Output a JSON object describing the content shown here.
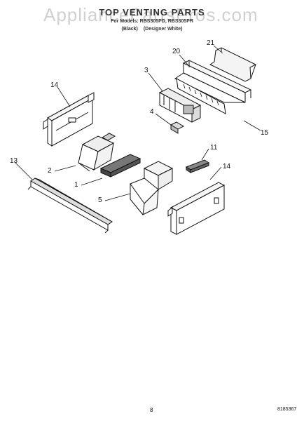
{
  "header": {
    "title": "TOP VENTING PARTS",
    "model_line": "For Models: RBS305PD, RBS305PR",
    "color_black": "(Black)",
    "color_white": "(Designer White)",
    "watermark": "AppliancePartsPros.com"
  },
  "callouts": {
    "c21": "21",
    "c20": "20",
    "c3": "3",
    "c14a": "14",
    "c4": "4",
    "c15": "15",
    "c2": "2",
    "c11": "11",
    "c13": "13",
    "c1": "1",
    "c14b": "14",
    "c5": "5"
  },
  "footer": {
    "page_number": "8",
    "doc_number": "8185367"
  }
}
